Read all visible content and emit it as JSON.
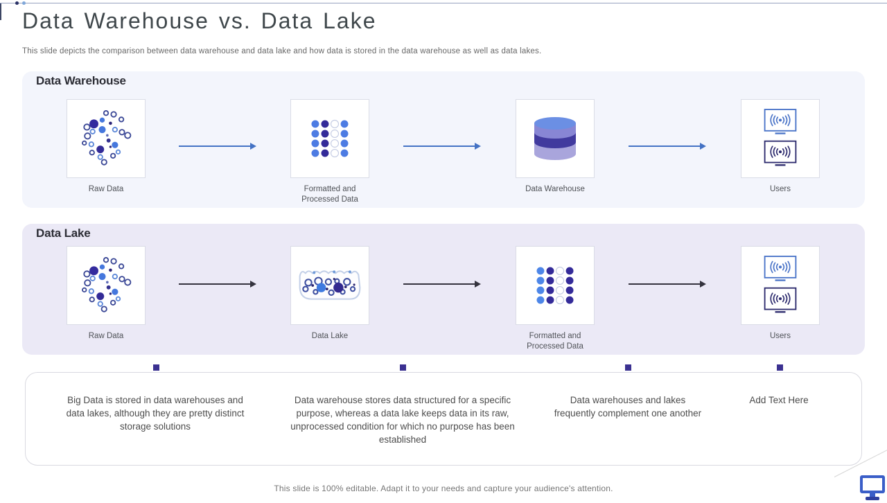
{
  "slide": {
    "title": "Data Warehouse vs. Data Lake",
    "subtitle": "This slide depicts the comparison between data warehouse and data lake and how data is stored in the data warehouse as well as data lakes.",
    "footer": "This slide is 100% editable. Adapt it to your needs and capture your audience's attention."
  },
  "sections": {
    "warehouse": {
      "heading": "Data Warehouse",
      "steps": [
        {
          "label": "Raw Data",
          "icon": "raw-data-scatter-icon"
        },
        {
          "label": "Formatted and Processed Data",
          "icon": "dot-grid-icon"
        },
        {
          "label": "Data Warehouse",
          "icon": "database-cylinder-icon"
        },
        {
          "label": "Users",
          "icon": "broadcast-monitors-icon"
        }
      ]
    },
    "lake": {
      "heading": "Data Lake",
      "steps": [
        {
          "label": "Raw Data",
          "icon": "raw-data-scatter-icon"
        },
        {
          "label": "Data Lake",
          "icon": "lake-basin-icon"
        },
        {
          "label": "Formatted and Processed Data",
          "icon": "dot-grid-icon"
        },
        {
          "label": "Users",
          "icon": "broadcast-monitors-icon"
        }
      ]
    }
  },
  "notes": {
    "items": [
      {
        "text": "Big Data is stored in data warehouses and data lakes, although they are pretty distinct storage solutions"
      },
      {
        "text": "Data warehouse stores data structured for a specific purpose, whereas a data lake keeps data in its raw, unprocessed condition for which no purpose has been established"
      },
      {
        "text": "Data warehouses and lakes frequently complement one another"
      },
      {
        "text": "Add Text Here"
      }
    ]
  },
  "colors": {
    "arrow_blue": "#4472c4",
    "arrow_dark": "#34333e",
    "connector_indigo": "#3b3191",
    "panel_warehouse_bg": "#f3f5fc",
    "panel_lake_bg": "#ebe9f6",
    "cylinder_top": "#6b8fe4",
    "cylinder_band_purple": "#8886d4",
    "cylinder_band_dark": "#413a9e",
    "cylinder_band_light": "#a9a5dc"
  }
}
